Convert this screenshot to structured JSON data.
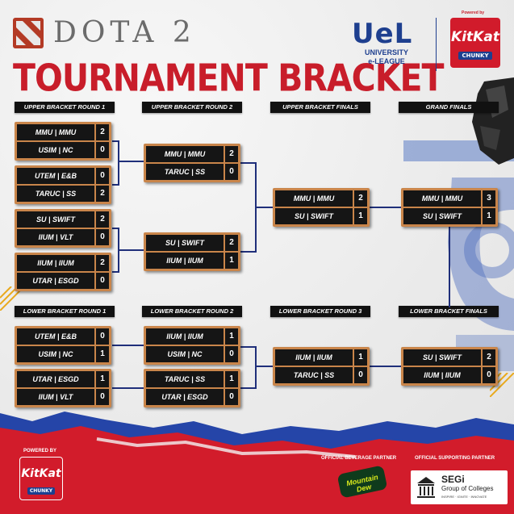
{
  "header": {
    "game_title": "DOTA 2",
    "title": "TOURNAMENT BRACKET",
    "uel_logo": "UeL",
    "uel_sub_line1": "UNIVERSITY",
    "uel_sub_line2": "e-LEAGUE",
    "powered_by_small": "Powered by",
    "kitkat": "KitKat",
    "chunky": "CHUNKY"
  },
  "rounds": {
    "ub1": "UPPER BRACKET ROUND 1",
    "ub2": "UPPER BRACKET ROUND 2",
    "ubf": "UPPER BRACKET FINALS",
    "gf": "GRAND FINALS",
    "lb1": "LOWER BRACKET ROUND 1",
    "lb2": "LOWER BRACKET ROUND 2",
    "lb3": "LOWER BRACKET ROUND 3",
    "lbf": "LOWER BRACKET FINALS"
  },
  "matches": {
    "ub1_m1": {
      "t1": "MMU | MMU",
      "s1": "2",
      "t2": "USIM | NC",
      "s2": "0"
    },
    "ub1_m2": {
      "t1": "UTEM | E&B",
      "s1": "0",
      "t2": "TARUC | SS",
      "s2": "2"
    },
    "ub1_m3": {
      "t1": "SU | SWIFT",
      "s1": "2",
      "t2": "IIUM | VLT",
      "s2": "0"
    },
    "ub1_m4": {
      "t1": "IIUM | IIUM",
      "s1": "2",
      "t2": "UTAR | ESGD",
      "s2": "0"
    },
    "ub2_m1": {
      "t1": "MMU | MMU",
      "s1": "2",
      "t2": "TARUC | SS",
      "s2": "0"
    },
    "ub2_m2": {
      "t1": "SU | SWIFT",
      "s1": "2",
      "t2": "IIUM | IIUM",
      "s2": "1"
    },
    "ubf_m1": {
      "t1": "MMU | MMU",
      "s1": "2",
      "t2": "SU | SWIFT",
      "s2": "1"
    },
    "gf_m1": {
      "t1": "MMU | MMU",
      "s1": "3",
      "t2": "SU | SWIFT",
      "s2": "1"
    },
    "lb1_m1": {
      "t1": "UTEM | E&B",
      "s1": "0",
      "t2": "USIM | NC",
      "s2": "1"
    },
    "lb1_m2": {
      "t1": "UTAR | ESGD",
      "s1": "1",
      "t2": "IIUM | VLT",
      "s2": "0"
    },
    "lb2_m1": {
      "t1": "IIUM | IIUM",
      "s1": "1",
      "t2": "USIM | NC",
      "s2": "0"
    },
    "lb2_m2": {
      "t1": "TARUC | SS",
      "s1": "1",
      "t2": "UTAR | ESGD",
      "s2": "0"
    },
    "lb3_m1": {
      "t1": "IIUM | IIUM",
      "s1": "1",
      "t2": "TARUC | SS",
      "s2": "0"
    },
    "lbf_m1": {
      "t1": "SU | SWIFT",
      "s1": "2",
      "t2": "IIUM | IIUM",
      "s2": "0"
    }
  },
  "footer": {
    "powered_by": "POWERED BY",
    "beverage_partner": "OFFICIAL BEVERAGE PARTNER",
    "supporting_partner": "OFFICIAL SUPPORTING PARTNER",
    "mountain_dew": "Mountain Dew",
    "segi_name": "SEGi",
    "segi_sub": "Group of Colleges",
    "segi_tag": "INSPIRE · IGNITE · INNOVATE"
  },
  "colors": {
    "title_red": "#c81d2a",
    "uel_blue": "#1e3f8f",
    "box_orange": "#c9854a",
    "connector": "#1f2f7a"
  },
  "icons": [
    "dota-logo-icon",
    "segi-building-icon"
  ]
}
